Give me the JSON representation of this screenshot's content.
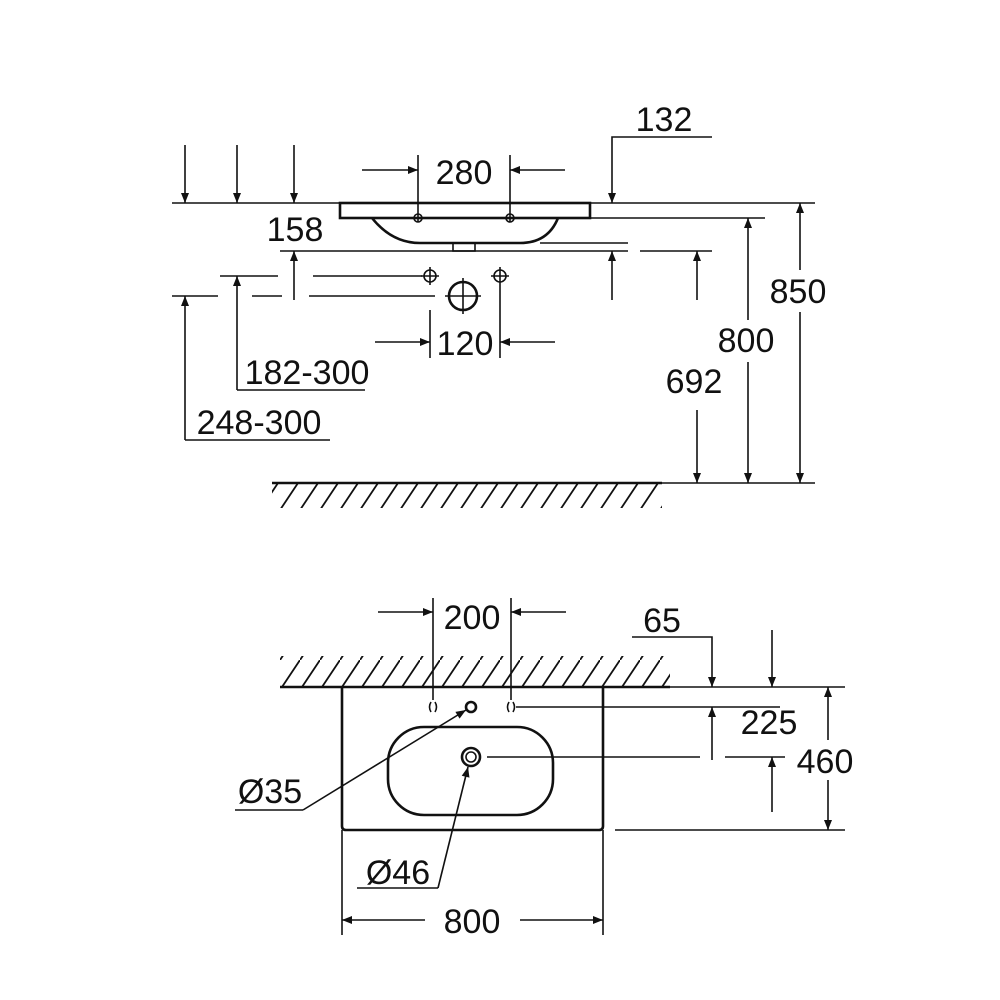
{
  "elevation_view": {
    "dim_rim_to_tap_spacing": "280",
    "dim_132": "132",
    "dim_158": "158",
    "dim_waste_spacing": "120",
    "dim_182_300": "182-300",
    "dim_248_300": "248-300",
    "dim_692": "692",
    "dim_800": "800",
    "dim_850": "850"
  },
  "plan_view": {
    "dim_tap_spacing": "200",
    "dim_65": "65",
    "dim_225": "225",
    "dim_460": "460",
    "dim_tap_hole": "Ø35",
    "dim_waste_hole": "Ø46",
    "dim_width": "800"
  }
}
